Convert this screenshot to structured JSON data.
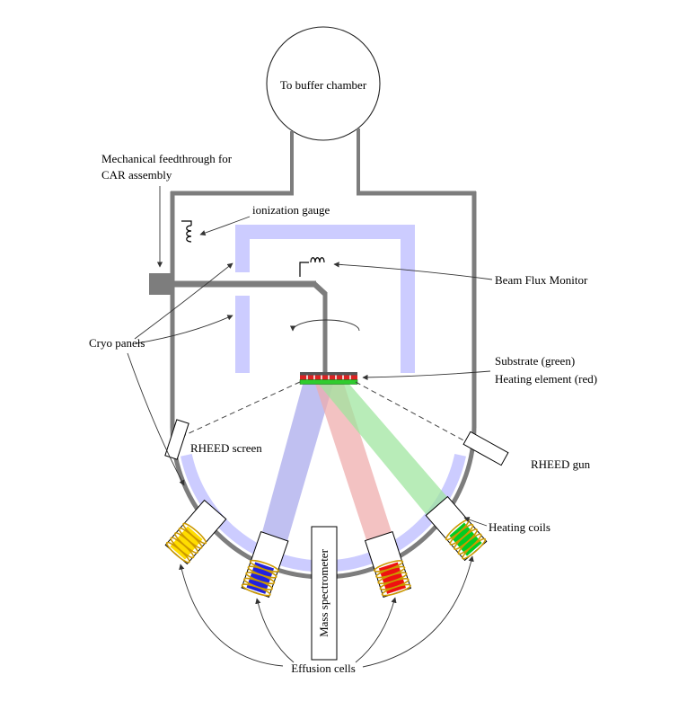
{
  "labels": {
    "buffer_chamber": "To buffer chamber",
    "feedthrough_line1": "Mechanical feedthrough for",
    "feedthrough_line2": "CAR assembly",
    "ionization_gauge": "ionization gauge",
    "beam_flux_monitor": "Beam Flux Monitor",
    "cryo_panels": "Cryo panels",
    "substrate": "Substrate (green)",
    "heating_element": "Heating element (red)",
    "rheed_screen": "RHEED screen",
    "rheed_gun": "RHEED gun",
    "heating_coils": "Heating coils",
    "mass_spectrometer": "Mass spectrometer",
    "effusion_cells": "Effusion cells"
  },
  "colors": {
    "chamber_wall": "#7d7d7d",
    "cryo_panel": "#ccccff",
    "effusion_yellow": "#ffdd00",
    "effusion_blue": "#2222dd",
    "effusion_red": "#ee1111",
    "effusion_green": "#00cc22",
    "heating_coil": "#cc9900",
    "beam_blue": "#a8a8ec",
    "beam_red": "#eeaaaa",
    "beam_green": "#9ce49c",
    "substrate_green": "#2ecc2e",
    "heater_red": "#dd2222"
  }
}
